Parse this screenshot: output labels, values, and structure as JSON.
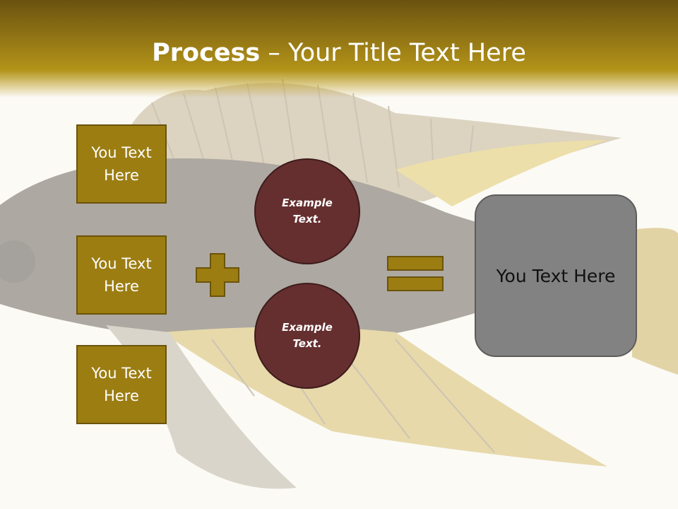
{
  "slide": {
    "title_bold": "Process",
    "title_rest": " – Your Title Text Here"
  },
  "left_boxes": [
    {
      "text": "You Text Here"
    },
    {
      "text": "You Text Here"
    },
    {
      "text": "You Text Here"
    }
  ],
  "circles": [
    {
      "text": "Example Text."
    },
    {
      "text": "Example Text."
    }
  ],
  "result": {
    "text": "You Text Here"
  },
  "symbols": {
    "plus": "plus-icon",
    "equals": "equals-icon"
  },
  "colors": {
    "title_bar": "#8e7114",
    "box_fill": "#9c7d12",
    "circle_fill": "#652f30",
    "result_fill": "#828282",
    "background": "#fbfaf5"
  }
}
